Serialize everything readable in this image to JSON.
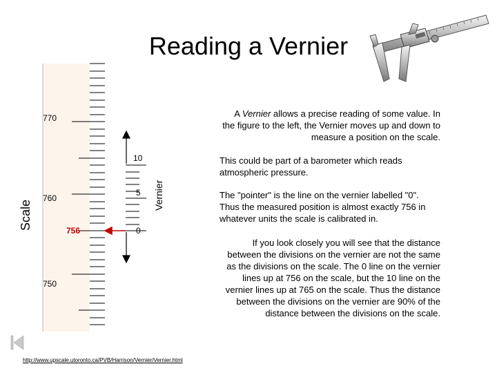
{
  "title": "Reading a Vernier",
  "scale": {
    "label": "Scale",
    "tick_labels": [
      "770",
      "760",
      "750"
    ],
    "pointer_reading": "756"
  },
  "vernier": {
    "label": "Vernier",
    "tick_labels": [
      "10",
      "5",
      "0"
    ]
  },
  "paragraphs": {
    "p1_word": "Vernier",
    "p1_before": "A ",
    "p1_after": " allows a precise reading of some value. In the figure to the left, the Vernier moves up and down to measure a position on the scale.",
    "p2": "This could be part of a barometer which reads atmospheric pressure.",
    "p3": "The \"pointer\" is the line on the vernier labelled \"0\". Thus the measured position is almost exactly 756 in whatever units the scale is calibrated in.",
    "p4": "If you look closely you will see that the distance between the divisions on the vernier are not the same as the divisions on the scale. The 0 line on the vernier lines up at 756 on the scale, but the 10 line on the vernier lines up at 765 on the scale. Thus the distance between the divisions on the vernier are 90% of the distance between the divisions on the scale."
  },
  "source_url": "http://www.upscale.utoronto.ca/PVB/Harrison/Vernier/Vernier.html",
  "colors": {
    "scale_bar": "#fdf4ec",
    "pointer_arrow": "#c00000"
  }
}
